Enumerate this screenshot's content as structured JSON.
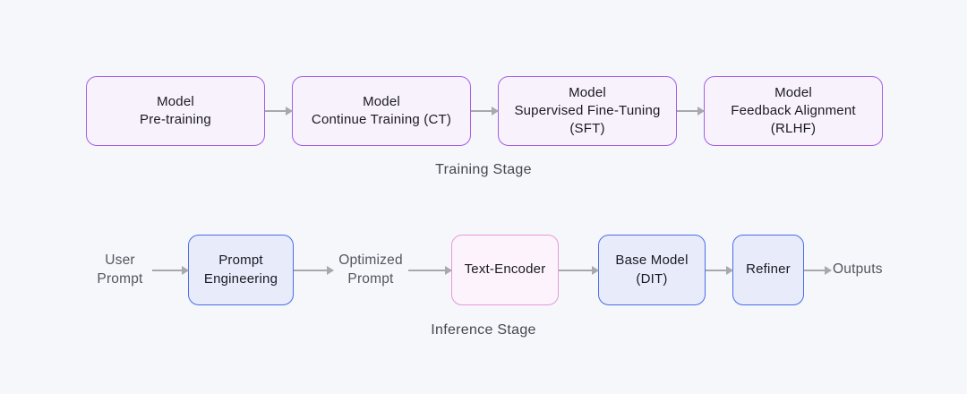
{
  "diagram": {
    "training": {
      "stage_label": "Training Stage",
      "nodes": [
        {
          "label": "Model\nPre-training"
        },
        {
          "label": "Model\nContinue Training (CT)"
        },
        {
          "label": "Model\nSupervised Fine-Tuning\n(SFT)"
        },
        {
          "label": "Model\nFeedback Alignment\n(RLHF)"
        }
      ]
    },
    "inference": {
      "stage_label": "Inference Stage",
      "input_label": "User\nPrompt",
      "intermediate_label": "Optimized\nPrompt",
      "output_label": "Outputs",
      "nodes": [
        {
          "label": "Prompt\nEngineering"
        },
        {
          "label": "Text-Encoder"
        },
        {
          "label": "Base Model\n(DIT)"
        },
        {
          "label": "Refiner"
        }
      ]
    },
    "colors": {
      "background": "#f6f7fb",
      "purple_border": "#a45de6",
      "purple_fill": "#f8f2fd",
      "blue_border": "#4a6de9",
      "blue_fill": "#e7ebfa",
      "pink_border": "#e59ad9",
      "pink_fill": "#fdf3fc",
      "arrow": "#a8a8ae",
      "node_text": "#1a1a22",
      "flow_text": "#55555e",
      "label_text": "#46464f"
    }
  }
}
